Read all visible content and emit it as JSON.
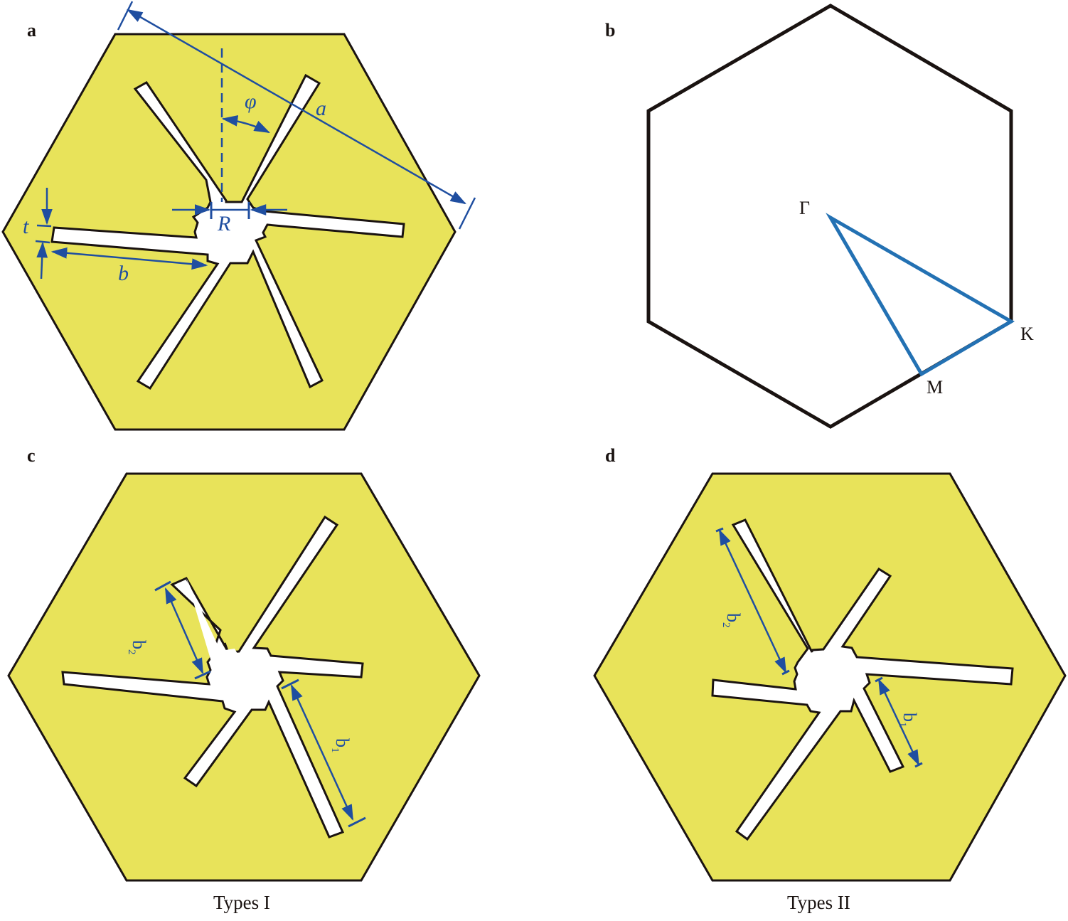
{
  "figure": {
    "colors": {
      "cell_fill": "#e8e35a",
      "outline": "#1a1311",
      "dimension": "#1f4ea0",
      "path": "#2371b3",
      "slot_fill": "#ffffff"
    }
  },
  "panels": {
    "a": {
      "label": "a",
      "dimensions": {
        "lattice_constant": "a",
        "angle": "φ",
        "center_radius": "R",
        "arm_width": "t",
        "arm_length": "b"
      }
    },
    "b": {
      "label": "b",
      "points": {
        "gamma": "Γ",
        "k": "K",
        "m": "M"
      }
    },
    "c": {
      "label": "c",
      "caption": "Types I",
      "dimensions": {
        "b1": "b",
        "b1_sub": "1",
        "b2": "b",
        "b2_sub": "2"
      }
    },
    "d": {
      "label": "d",
      "caption": "Types II",
      "dimensions": {
        "b1": "b",
        "b1_sub": "1",
        "b2": "b",
        "b2_sub": "2"
      }
    }
  }
}
